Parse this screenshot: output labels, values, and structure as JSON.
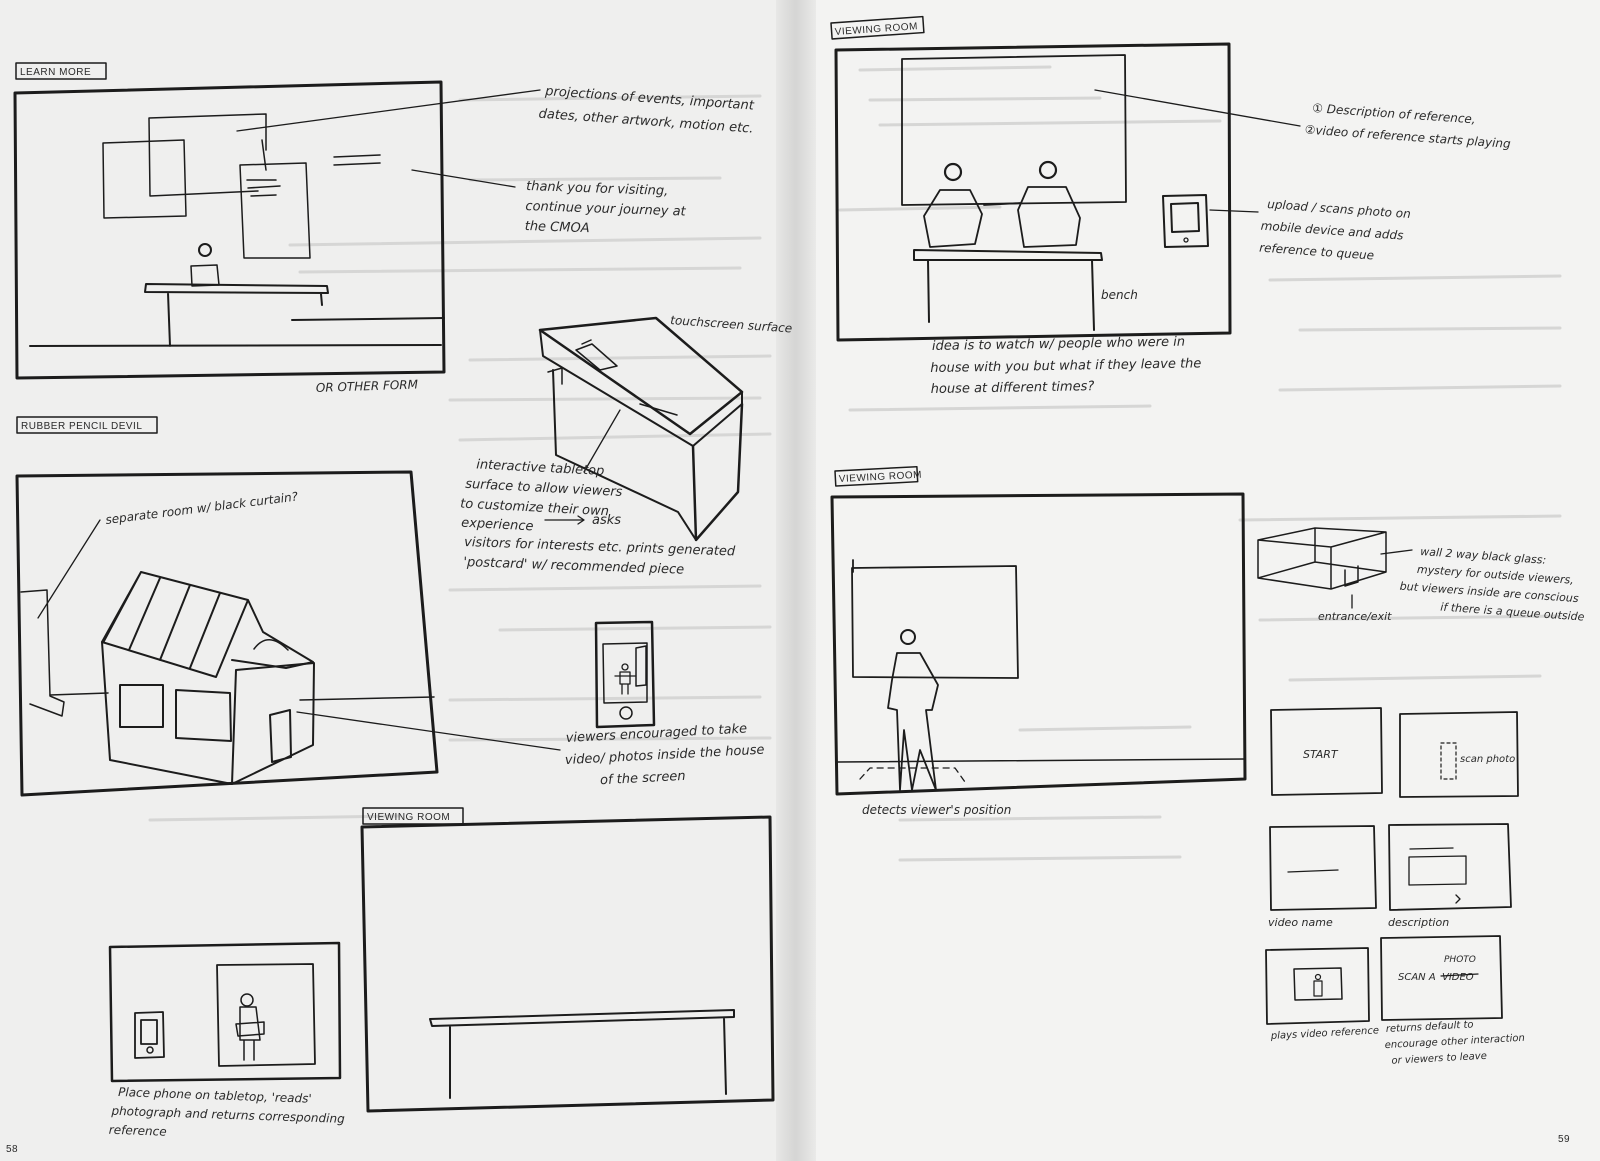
{
  "colors": {
    "paper_left": "#efefee",
    "paper_right": "#f3f3f2",
    "ink": "#1c1c1c",
    "ghost": "#d3d3d2"
  },
  "left_page": {
    "learn_more": {
      "label": "LEARN MORE",
      "note_projections": [
        "projections of events, important",
        "dates, other artwork, motion etc."
      ],
      "note_thanks": [
        "thank you for visiting,",
        "continue your journey at",
        "the CMOA"
      ],
      "note_other_form": "OR OTHER FORM"
    },
    "tabletop": {
      "note_touchscreen": "touchscreen surface",
      "note_interactive": [
        "interactive tabletop",
        "surface to allow viewers",
        "to customize their own",
        "experience",
        "asks",
        "visitors for interests etc. prints generated",
        "'postcard' w/ recommended piece"
      ]
    },
    "rubber_pencil_devil": {
      "label": "RUBBER PENCIL DEVIL",
      "note_room": "separate room w/ black curtain?",
      "note_viewers": [
        "viewers encouraged to take",
        "video/ photos inside the house",
        "of the screen"
      ]
    },
    "viewing_room_bottom": {
      "label": "VIEWING ROOM",
      "note_place_phone": [
        "Place phone on tabletop, 'reads'",
        "photograph and returns corresponding",
        "reference"
      ]
    },
    "page_number": "58"
  },
  "right_page": {
    "viewing_room_top": {
      "label": "VIEWING ROOM",
      "note_description": [
        "① Description of reference,",
        "②video of reference starts playing"
      ],
      "note_upload": [
        "upload / scans photo on",
        "mobile device and adds",
        "reference to queue"
      ],
      "bench": "bench",
      "note_idea": [
        "idea is to watch w/ people who were in",
        "house with you but what if they leave the",
        "house at different times?"
      ]
    },
    "viewing_room_mid": {
      "label": "VIEWING ROOM",
      "note_glass": [
        "wall 2 way black glass:",
        "mystery for outside viewers,",
        "but viewers inside are conscious",
        "if there is a queue outside"
      ],
      "entrance": "entrance/exit",
      "detects": "detects viewer's position"
    },
    "screens": {
      "start": "START",
      "scan_photo": "scan photo",
      "video_name": "video name",
      "description": "description",
      "plays": "plays video reference",
      "scan_a": "SCAN A",
      "photo": "PHOTO",
      "video_struck": "VIDEO",
      "returns": [
        "returns default to",
        "encourage other interaction",
        "or viewers to leave"
      ]
    },
    "page_number": "59"
  }
}
